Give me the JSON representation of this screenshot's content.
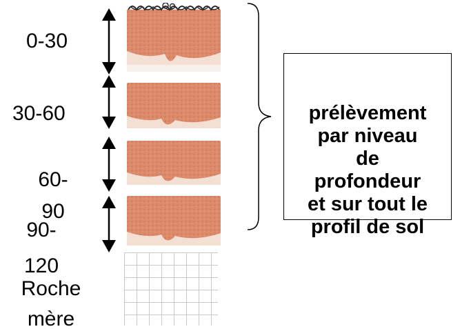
{
  "layers": [
    {
      "label": "0-30"
    },
    {
      "label": "30-60"
    },
    {
      "label": "60-90"
    },
    {
      "label": "90-120"
    }
  ],
  "bedrock": {
    "label": "Roche mère"
  },
  "annotation": {
    "lines": [
      "prélèvement",
      "par niveau",
      "de",
      "profondeur",
      "et sur tout le",
      "profil de sol"
    ]
  },
  "colors": {
    "soil": "#dc8a6a",
    "soil_dark": "#c9735a",
    "crust": "#2a2a2a",
    "grid": "#c9c9c9"
  }
}
